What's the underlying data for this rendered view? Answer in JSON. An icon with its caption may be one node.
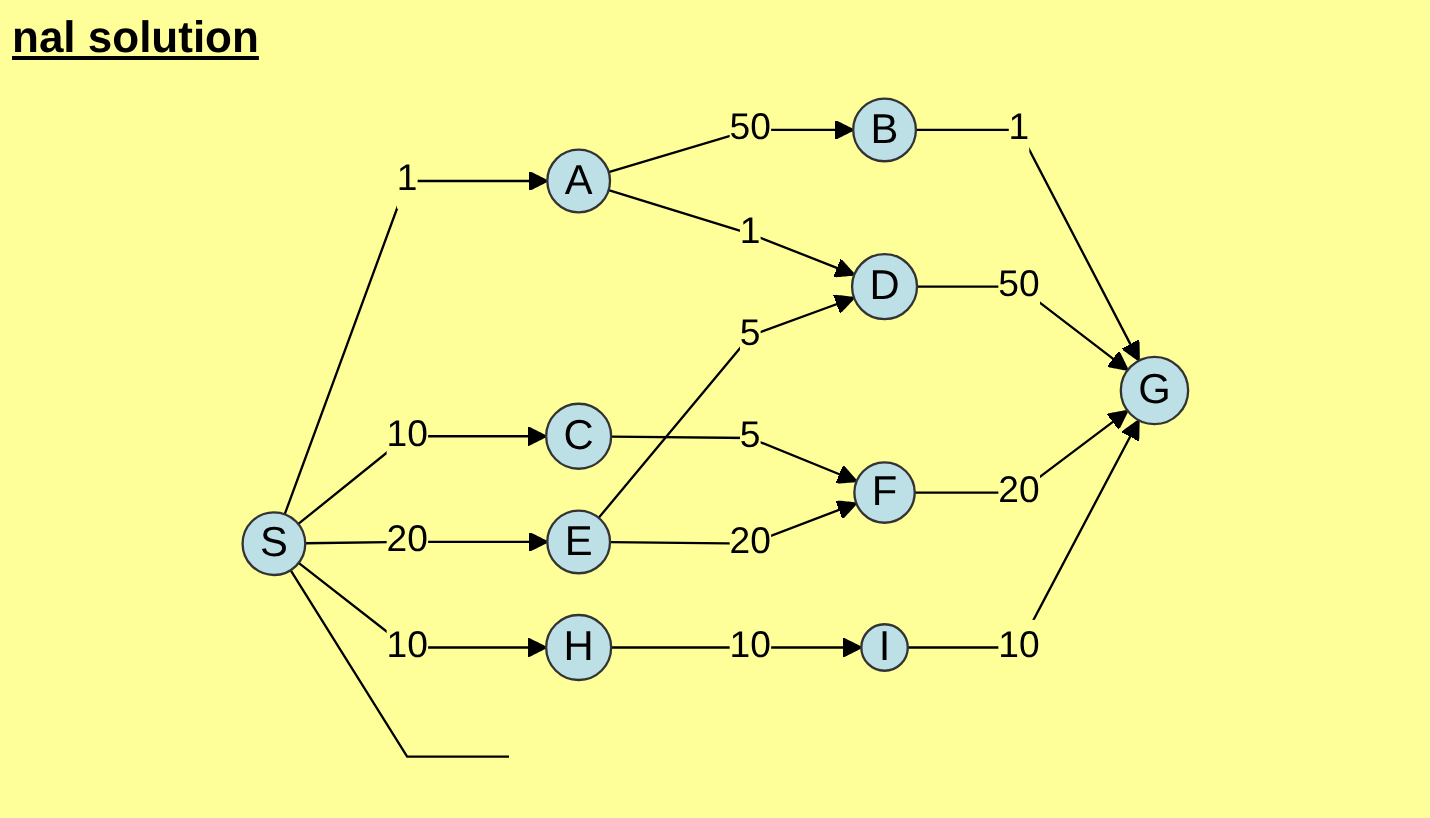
{
  "diagram": {
    "title": "nal solution",
    "nodes": [
      {
        "text": [
          "S"
        ]
      },
      {
        "text": [
          "A"
        ]
      },
      {
        "text": [
          "B"
        ]
      },
      {
        "text": [
          "C"
        ]
      },
      {
        "text": [
          "D"
        ]
      },
      {
        "text": [
          "E"
        ]
      },
      {
        "text": [
          "F"
        ]
      },
      {
        "text": [
          "G"
        ]
      },
      {
        "text": [
          "H"
        ]
      },
      {
        "text": [
          "I"
        ]
      }
    ],
    "edges": [
      {
        "from": 0,
        "to": 1,
        "arrow": "to",
        "label": "1"
      },
      {
        "from": 0,
        "to": 3,
        "arrow": "to",
        "label": "10"
      },
      {
        "from": 0,
        "to": 5,
        "arrow": "to",
        "label": "20"
      },
      {
        "from": 0,
        "to": 8,
        "arrow": "to",
        "label": "10"
      },
      {
        "from": 0,
        "to": null,
        "arrow": "none"
      },
      {
        "from": 1,
        "to": 2,
        "arrow": "to",
        "label": "50"
      },
      {
        "from": 1,
        "to": 4,
        "arrow": "to",
        "label": "1"
      },
      {
        "from": 2,
        "to": 7,
        "arrow": "to",
        "label": "1"
      },
      {
        "from": 3,
        "to": 6,
        "arrow": "to",
        "label": "5"
      },
      {
        "from": 4,
        "to": 7,
        "arrow": "to",
        "label": "50"
      },
      {
        "from": 5,
        "to": 4,
        "arrow": "to",
        "label": "5"
      },
      {
        "from": 5,
        "to": 6,
        "arrow": "to",
        "label": "20"
      },
      {
        "from": 6,
        "to": 7,
        "arrow": "to",
        "label": "20"
      },
      {
        "from": 8,
        "to": 9,
        "arrow": "to",
        "label": "10"
      },
      {
        "from": 9,
        "to": 7,
        "arrow": "to",
        "label": "10"
      }
    ]
  }
}
